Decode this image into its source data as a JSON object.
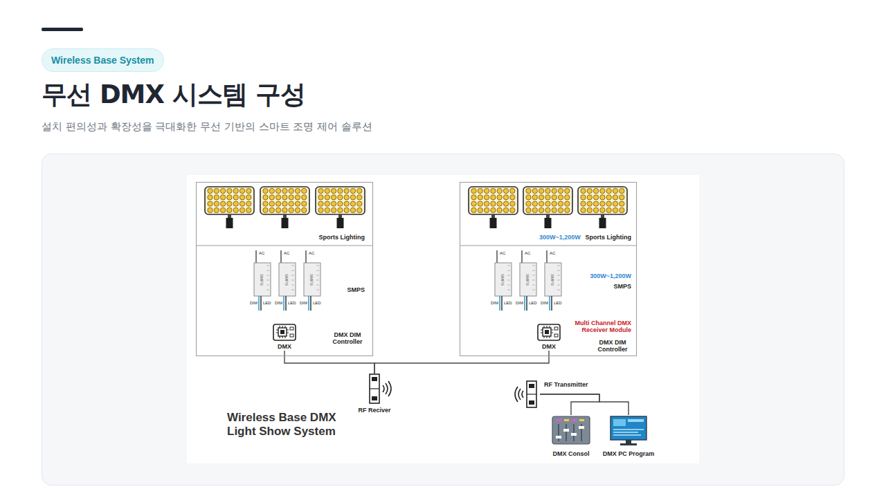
{
  "diagram": {
    "title": "무선 DMX 시스템 구성",
    "caption": "설치 편의성과 확장성을 극대화한 무선 기반의 스마트 조명 제어 솔루션",
    "nodes": [
      {
        "text": [
          "Wireless Base System"
        ]
      },
      {
        "text": [
          "Sports Lighting",
          "SMPS",
          "DMX DIM Controller"
        ]
      },
      {
        "text": [
          "DMX"
        ],
        "in": 1
      },
      {
        "text": [
          "300W~1,200W",
          "Sports Lighting",
          "300W~1,200W",
          "SMPS",
          "Multi Channel DMX Receiver Module",
          "DMX DIM Controller"
        ]
      },
      {
        "text": [
          "DMX"
        ],
        "in": 3
      },
      {
        "text": [
          "RF Reciver"
        ]
      },
      {
        "text": [
          "RF Transmitter"
        ]
      },
      {
        "text": [
          "DMX Consol"
        ]
      },
      {
        "text": [
          "DMX PC Program"
        ]
      }
    ],
    "edges": [
      {
        "from": 2,
        "to": 5,
        "arrow": "none"
      },
      {
        "from": 4,
        "to": 5,
        "arrow": "none"
      },
      {
        "from": 6,
        "to": 7,
        "arrow": "none"
      },
      {
        "from": 6,
        "to": 8,
        "arrow": "none"
      }
    ],
    "labels": [
      "AC",
      "SMPS",
      "DIM",
      "LED",
      "AC",
      "SMPS",
      "DIM",
      "LED",
      "AC",
      "SMPS",
      "DIM",
      "LED",
      "AC",
      "SMPS",
      "DIM",
      "LED",
      "AC",
      "SMPS",
      "DIM",
      "LED",
      "AC",
      "SMPS",
      "DIM",
      "LED",
      "Wireless Base DMX Light Show System"
    ]
  }
}
